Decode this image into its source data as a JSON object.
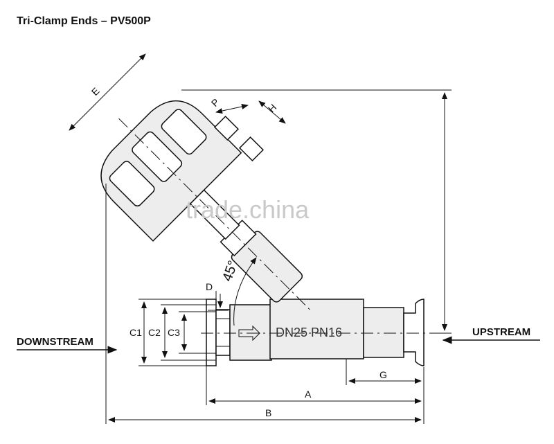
{
  "title": "Tri-Clamp Ends – PV500P",
  "labels": {
    "downstream": "DOWNSTREAM",
    "upstream": "UPSTREAM",
    "body_marking": "DN25  PN16",
    "angle": "45°",
    "watermark": "trade.china"
  },
  "dimensions": {
    "A": "A",
    "B": "B",
    "C1": "C1",
    "C2": "C2",
    "C3": "C3",
    "D": "D",
    "E": "E",
    "G": "G",
    "H": "H",
    "P": "P"
  }
}
